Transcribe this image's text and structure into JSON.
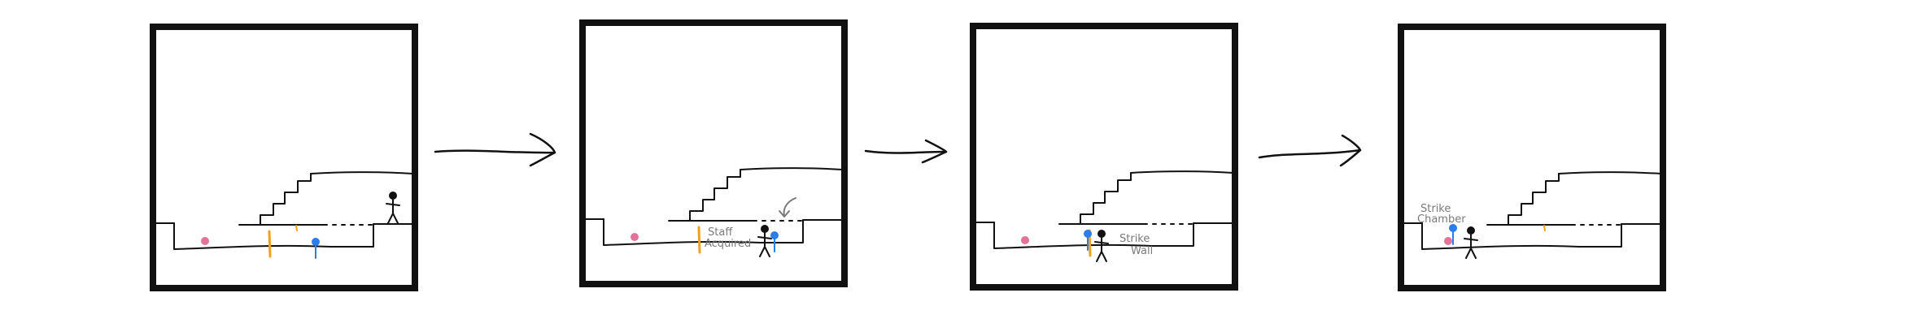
{
  "colors": {
    "ink": "#111111",
    "frame": "#111111",
    "staff": "#f0a020",
    "blue_marker": "#2b7de9",
    "pink_orb": "#e4739a",
    "annotation": "#7a7a7a"
  },
  "icons": {
    "player": "stick-figure-icon",
    "orb": "pink-orb-icon",
    "marker": "blue-pin-icon",
    "staff": "orange-staff-icon",
    "arrow": "hand-drawn-arrow-icon"
  },
  "panels": [
    {
      "notes": []
    },
    {
      "notes": [
        "Staff",
        "Acquired"
      ]
    },
    {
      "notes": [
        "Strike",
        "Wall"
      ]
    },
    {
      "notes": [
        "Strike",
        "Chamber"
      ]
    }
  ]
}
